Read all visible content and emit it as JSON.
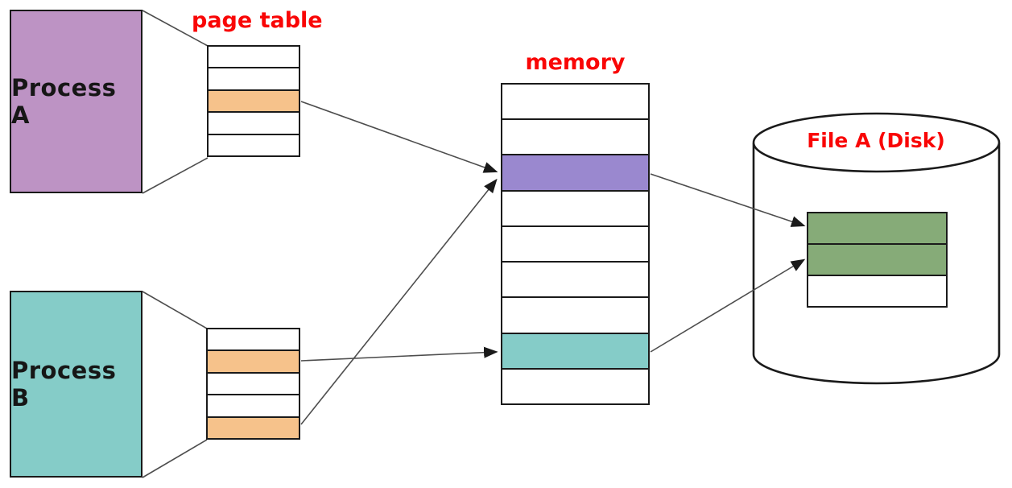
{
  "labels": {
    "process_a": "Process A",
    "process_b": "Process B",
    "page_table": "page table",
    "memory": "memory",
    "file_a_disk": "File A (Disk)"
  },
  "colors": {
    "process_a_fill": "#bd93c4",
    "process_b_fill": "#85ccc8",
    "page_entry_orange": "#f6c28b",
    "memory_purple": "#9a88cf",
    "memory_teal": "#85ccc8",
    "disk_green": "#86ab78",
    "white": "#ffffff",
    "label_red": "#f90606",
    "line": "#4d4d4d",
    "border": "#1a1a1a"
  },
  "page_table_a": {
    "rows": [
      "white",
      "white",
      "page_entry_orange",
      "white",
      "white"
    ]
  },
  "page_table_b": {
    "rows": [
      "white",
      "page_entry_orange",
      "white",
      "white",
      "page_entry_orange"
    ]
  },
  "memory": {
    "rows": [
      "white",
      "white",
      "memory_purple",
      "white",
      "white",
      "white",
      "white",
      "memory_teal",
      "white"
    ]
  },
  "file_block": {
    "rows": [
      "disk_green",
      "disk_green",
      "white"
    ]
  },
  "connections": [
    {
      "from": "process-a",
      "to": "page-table-a",
      "type": "expansion"
    },
    {
      "from": "process-b",
      "to": "page-table-b",
      "type": "expansion"
    },
    {
      "from": "page-table-a-entry-3",
      "to": "memory-frame-3-purple",
      "type": "arrow"
    },
    {
      "from": "page-table-b-entry-2",
      "to": "memory-frame-8-teal",
      "type": "arrow"
    },
    {
      "from": "page-table-b-entry-5",
      "to": "memory-frame-3-purple",
      "type": "arrow"
    },
    {
      "from": "memory-frame-3-purple",
      "to": "file-a-block-1",
      "type": "arrow"
    },
    {
      "from": "memory-frame-8-teal",
      "to": "file-a-block-2",
      "type": "arrow"
    }
  ]
}
